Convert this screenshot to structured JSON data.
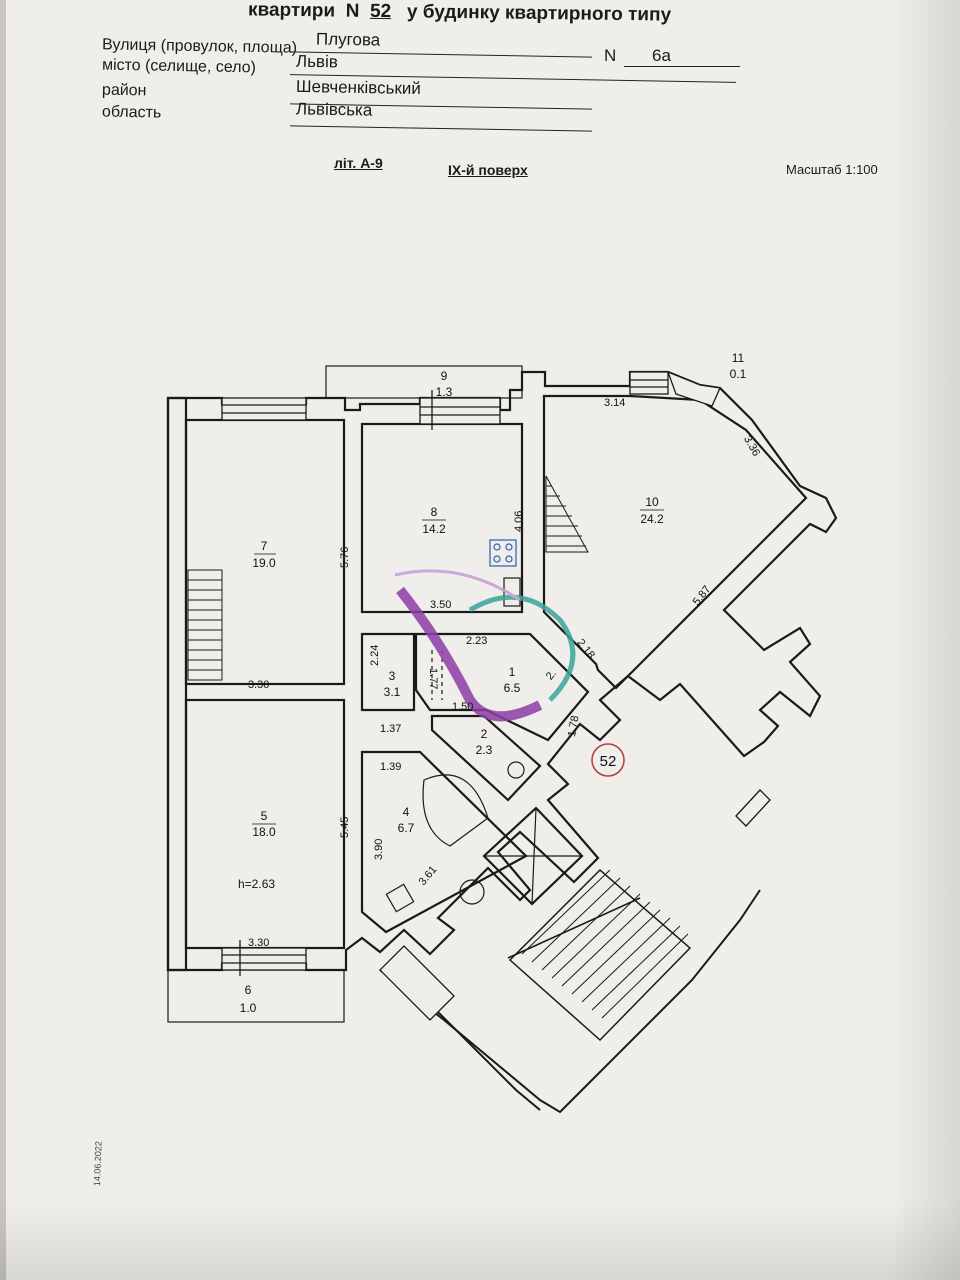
{
  "header": {
    "title_prefix": "квартири",
    "title_n_label": "N",
    "apartment_no": "52",
    "title_suffix": "у будинку квартирного типу"
  },
  "address": {
    "street_label": "Вулиця (провулок, площа)",
    "street_value": "Плугова",
    "number_label": "N",
    "number_value": "6а",
    "city_label": "місто (селище, село)",
    "city_value": "Львів",
    "district_label": "район",
    "district_value": "Шевченківський",
    "region_label": "область",
    "region_value": "Львівська"
  },
  "sheet_info": {
    "letter": "літ. А-9",
    "floor": "IX-й поверх",
    "scale": "Масштаб 1:100"
  },
  "rooms": [
    {
      "no": "1",
      "area": "6.5"
    },
    {
      "no": "2",
      "area": "2.3"
    },
    {
      "no": "3",
      "area": "3.1"
    },
    {
      "no": "4",
      "area": "6.7"
    },
    {
      "no": "5",
      "area": "18.0"
    },
    {
      "no": "6",
      "area": "1.0"
    },
    {
      "no": "7",
      "area": "19.0"
    },
    {
      "no": "8",
      "area": "14.2"
    },
    {
      "no": "9",
      "area": "1.3"
    },
    {
      "no": "10",
      "area": "24.2"
    },
    {
      "no": "11",
      "area": "0.1"
    }
  ],
  "dimensions": {
    "d_314": "3.14",
    "d_336": "3.36",
    "d_587": "5.87",
    "d_218": "2.18",
    "d_406": "4.06",
    "d_350": "3.50",
    "d_223": "2.23",
    "d_576": "5.76",
    "d_330_top": "3.30",
    "d_224": "2.24",
    "d_177": "1.77",
    "d_150": "1.50",
    "d_2x": "2.",
    "d_178": "1.78",
    "d_137": "1.37",
    "d_139": "1.39",
    "d_545": "5.45",
    "d_390": "3.90",
    "d_361": "3.61",
    "d_330_bottom": "3.30",
    "height": "h=2.63"
  },
  "apartment_badge": "52",
  "date": "14.06.2022",
  "colors": {
    "paper": "#efeeea",
    "ink": "#1b1b1b",
    "badge": "#b23a3a",
    "logo_purple": "#8e3fa6",
    "logo_teal": "#3aa59a"
  }
}
